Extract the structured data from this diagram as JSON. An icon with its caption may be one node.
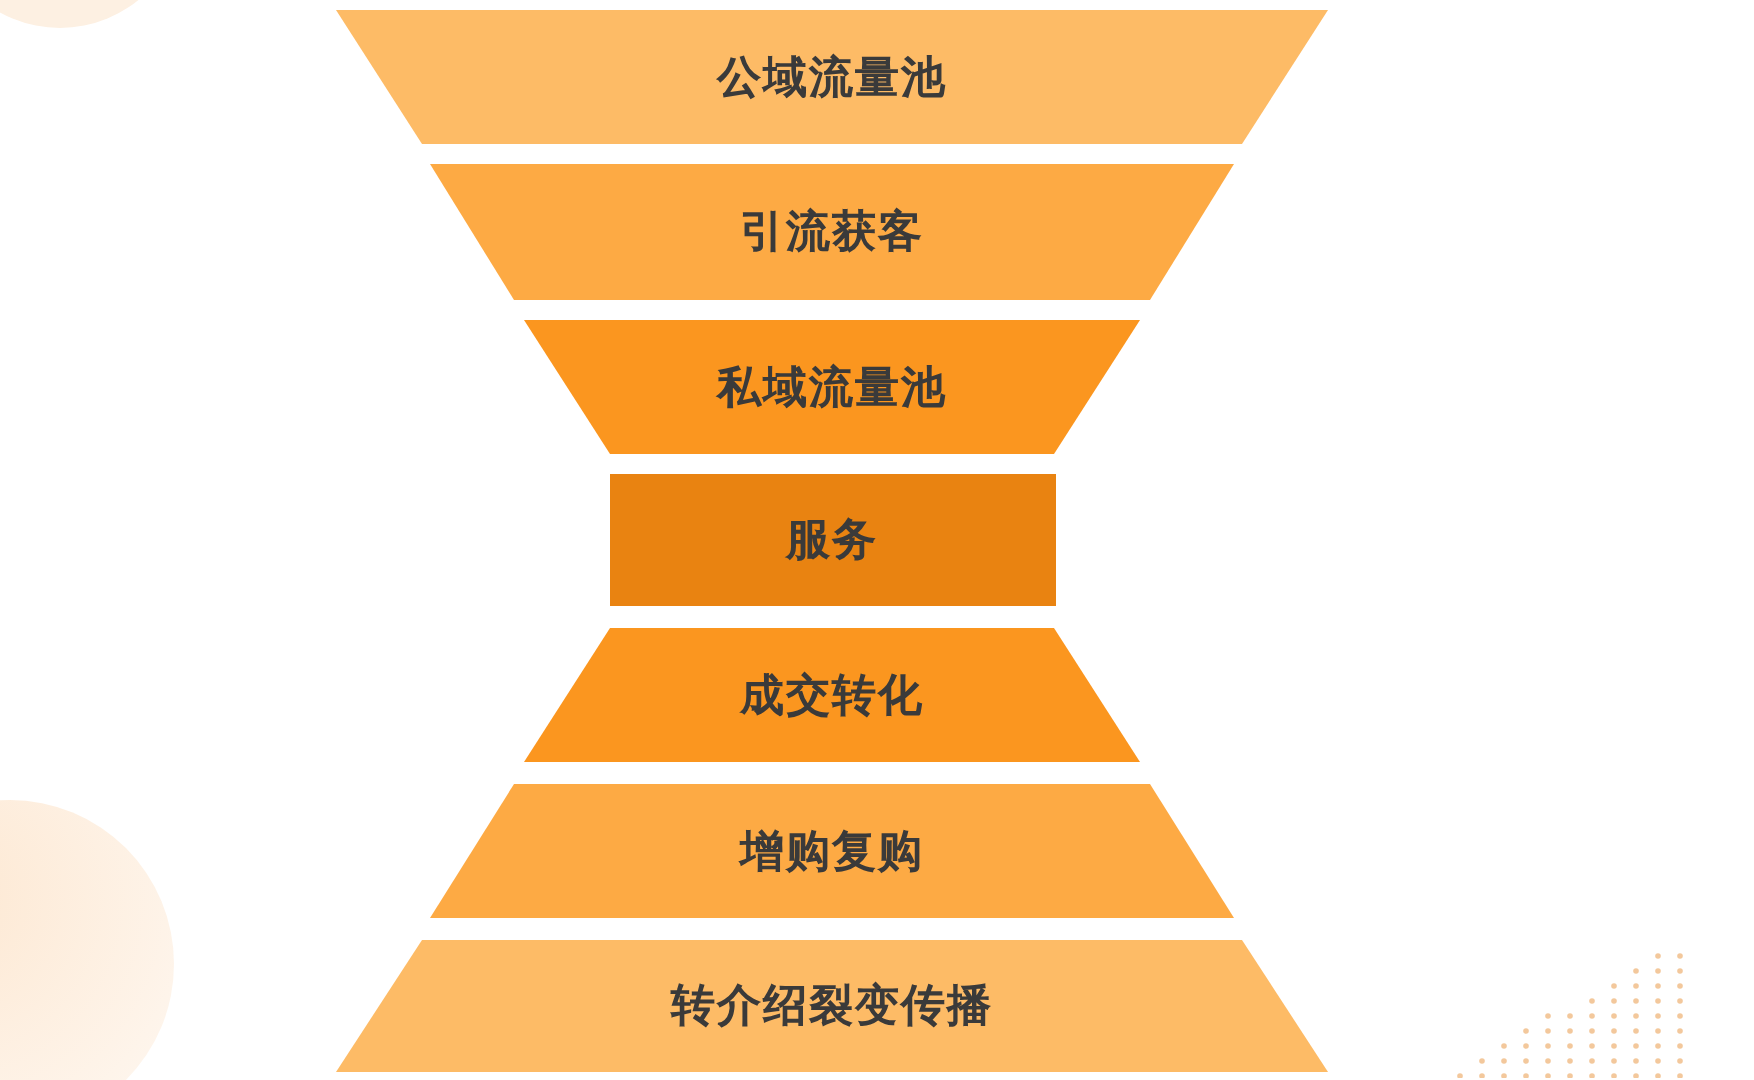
{
  "diagram": {
    "nodes": [
      {
        "text": [
          "公域流量池"
        ]
      },
      {
        "text": [
          "引流获客"
        ]
      },
      {
        "text": [
          "私域流量池"
        ]
      },
      {
        "text": [
          "服务"
        ]
      },
      {
        "text": [
          "成交转化"
        ]
      },
      {
        "text": [
          "增购复购"
        ]
      },
      {
        "text": [
          "转介绍裂变传播"
        ]
      }
    ]
  }
}
